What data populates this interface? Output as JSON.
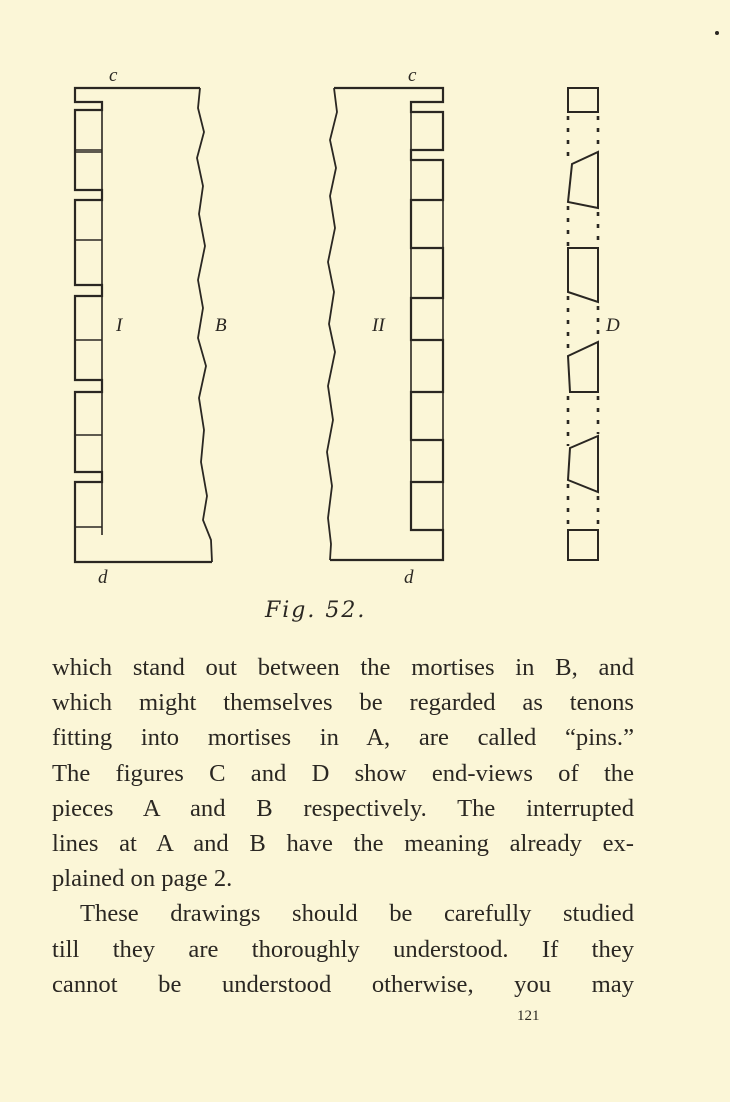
{
  "figure": {
    "labels": {
      "c_left": "c",
      "c_right": "c",
      "d_left": "d",
      "d_right": "d",
      "I": "I",
      "B": "B",
      "II": "II",
      "D": "D"
    },
    "caption": "Fig. 52."
  },
  "body": {
    "lines": [
      "which stand out between the mortises in B, and",
      "which might themselves be regarded as tenons",
      "fitting into mortises in A, are called “pins.”",
      "The figures C and D show end-views of the",
      "pieces A and B respectively. The interrupted",
      "lines at A and B have the meaning already ex-",
      "plained on page 2.",
      "These drawings should be carefully studied",
      "till they are thoroughly understood. If they",
      "cannot be understood otherwise, you may"
    ]
  },
  "page_number": "121"
}
